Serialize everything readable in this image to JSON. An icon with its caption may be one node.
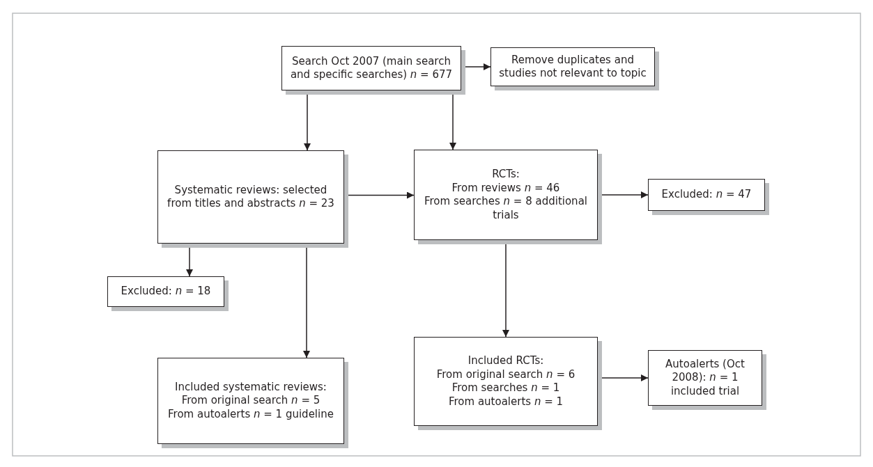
{
  "diagram": {
    "nodes": [
      {
        "text": [
          "Search Oct 2007 (main search and specific searches) *n* = 677"
        ]
      },
      {
        "text": [
          "Remove duplicates and studies not relevant to topic"
        ]
      },
      {
        "text": [
          "Systematic reviews: selected from titles and abstracts *n* = 23"
        ]
      },
      {
        "text": [
          "RCTs:",
          "From reviews *n* = 46",
          "From searches *n* = 8 additional trials"
        ]
      },
      {
        "text": [
          "Excluded: *n* = 47"
        ]
      },
      {
        "text": [
          "Excluded: *n* = 18"
        ]
      },
      {
        "text": [
          "Included systematic reviews:",
          "From original search *n* = 5",
          "From autoalerts *n* = 1 guideline"
        ]
      },
      {
        "text": [
          "Included RCTs:",
          "From original search *n* = 6",
          "From searches *n* = 1",
          "From autoalerts *n* = 1"
        ]
      },
      {
        "text": [
          "Autoalerts (Oct 2008): *n* = 1 included trial"
        ]
      }
    ],
    "edges": [
      {
        "from": 0,
        "to": 1,
        "arrow": "to"
      },
      {
        "from": 0,
        "to": 2,
        "arrow": "to"
      },
      {
        "from": 0,
        "to": 3,
        "arrow": "to"
      },
      {
        "from": 2,
        "to": 3,
        "arrow": "to"
      },
      {
        "from": 3,
        "to": 4,
        "arrow": "to"
      },
      {
        "from": 2,
        "to": 5,
        "arrow": "to"
      },
      {
        "from": 2,
        "to": 6,
        "arrow": "to"
      },
      {
        "from": 3,
        "to": 7,
        "arrow": "to"
      },
      {
        "from": 7,
        "to": 8,
        "arrow": "to"
      }
    ]
  }
}
